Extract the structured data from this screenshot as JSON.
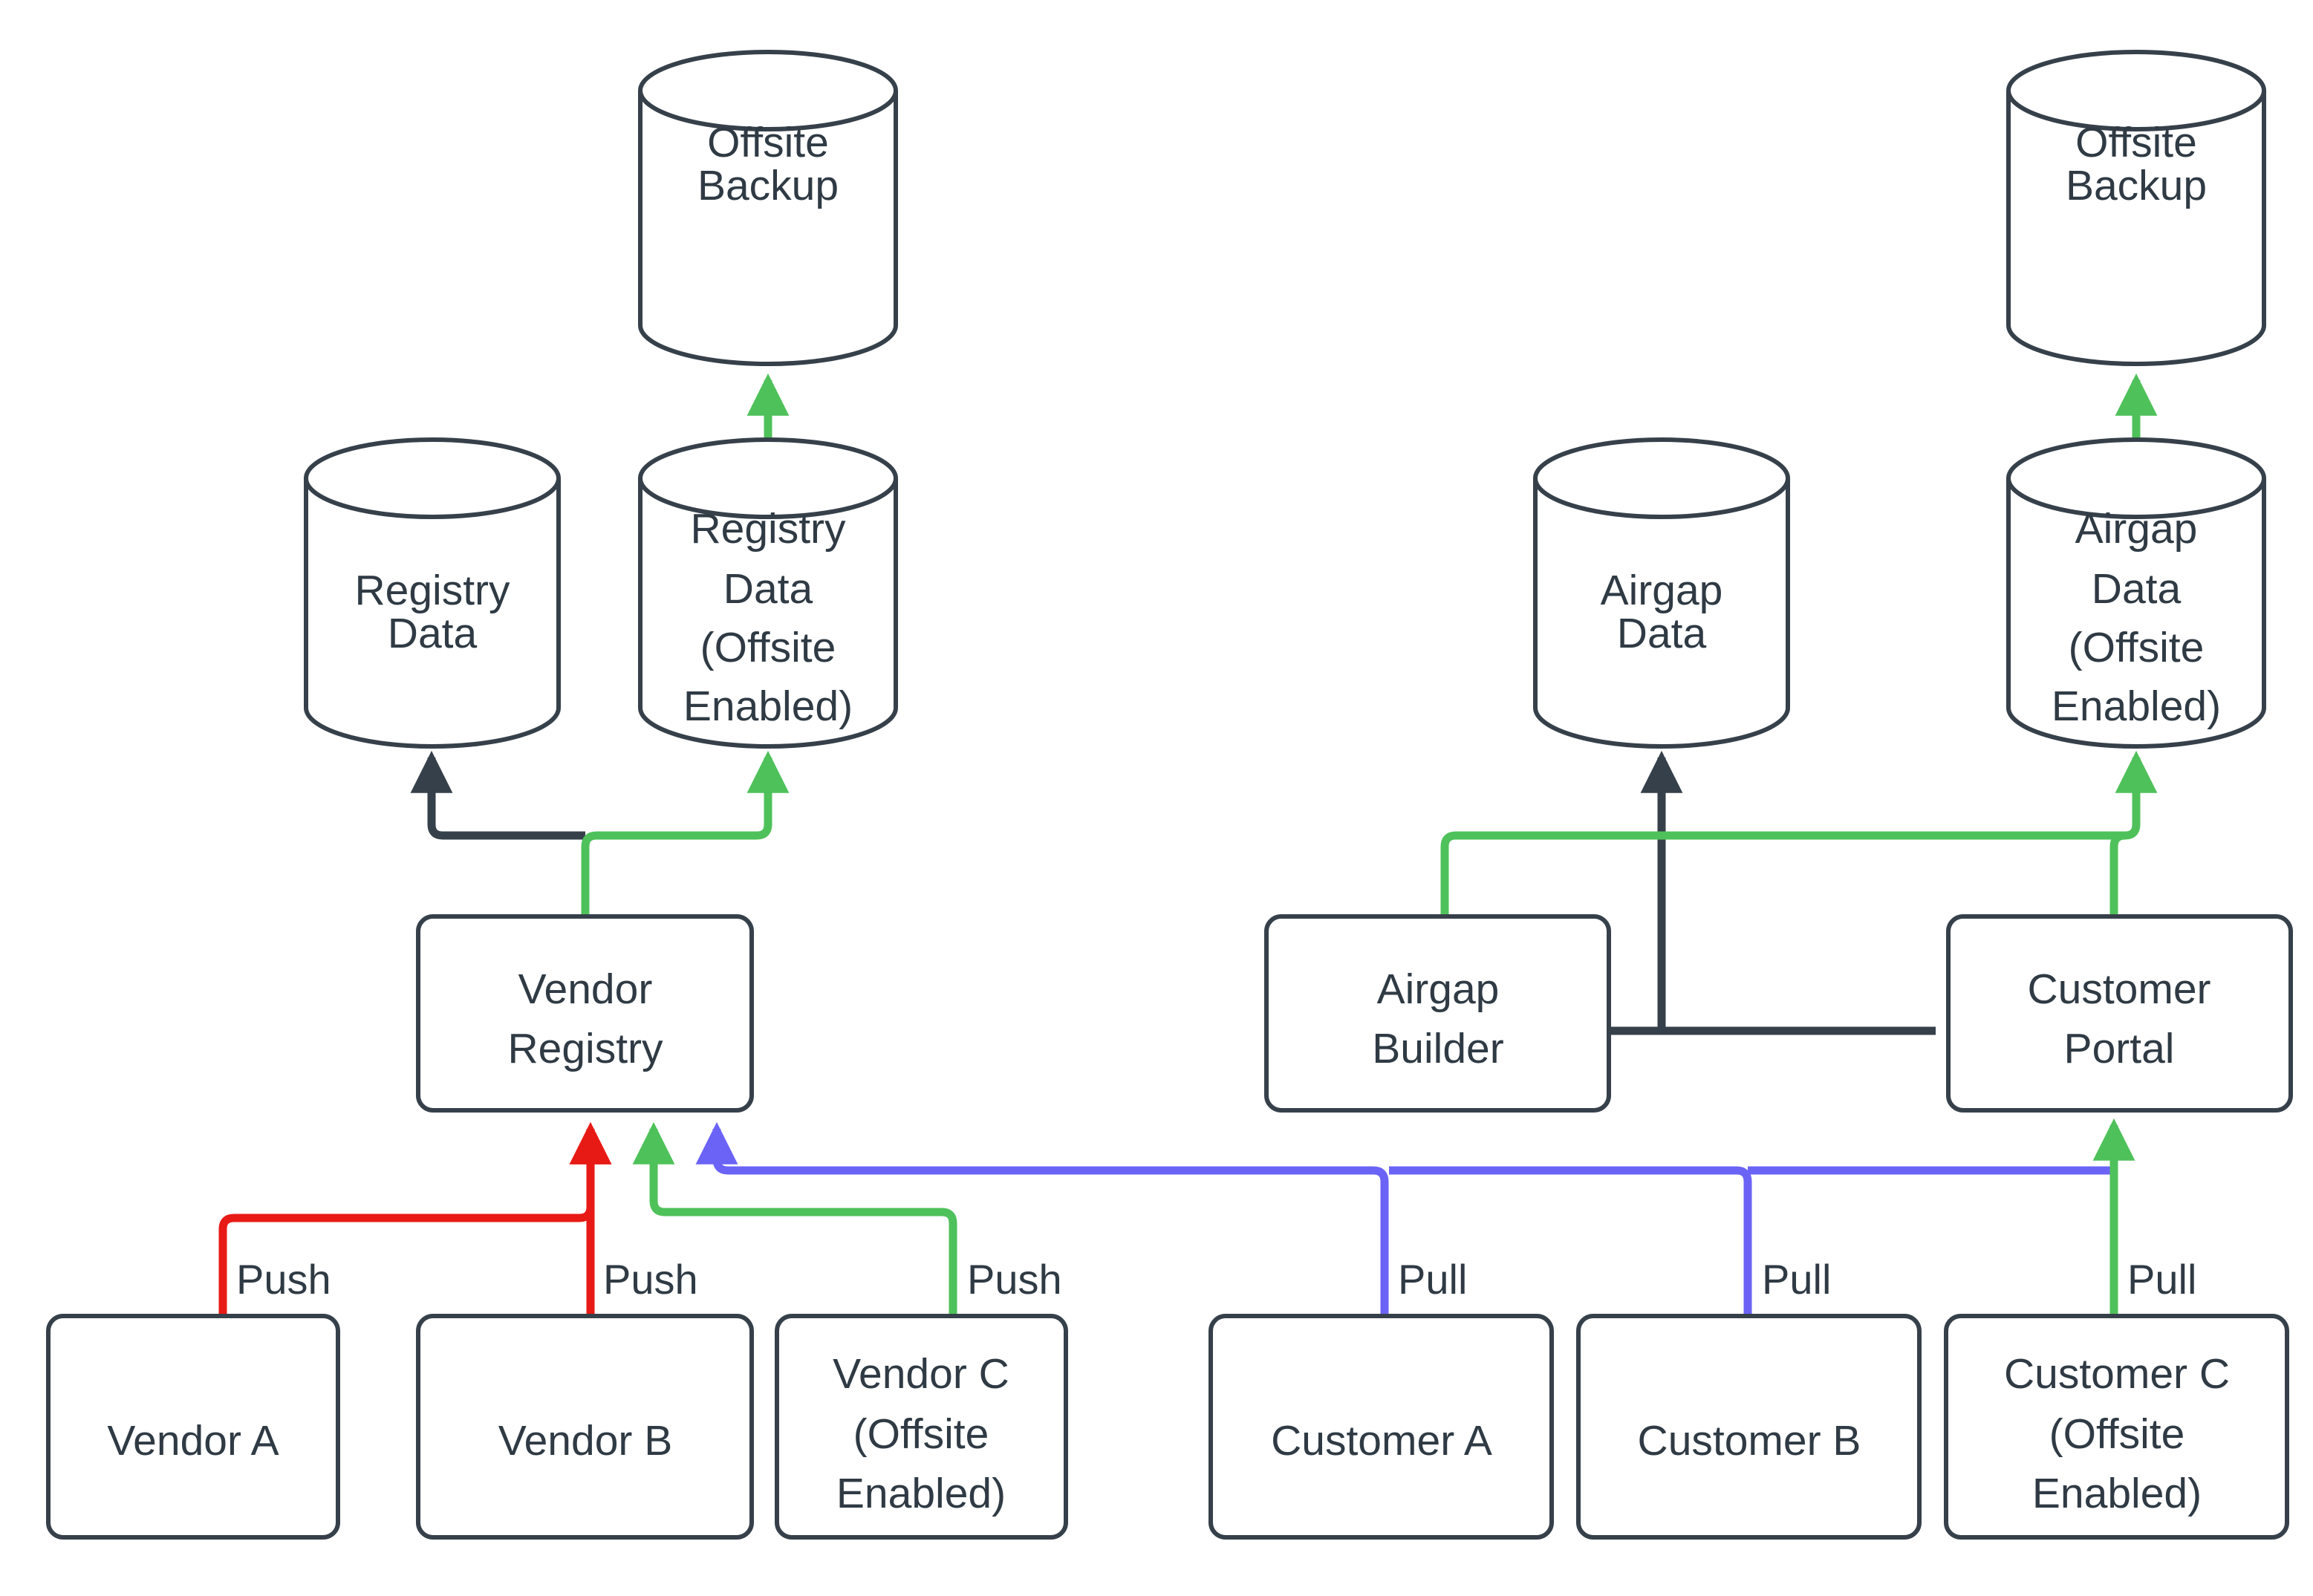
{
  "diagram": {
    "type": "flowchart",
    "title": "Vendor Registry and Customer Airgap Backup Flow",
    "background": "#ffffff",
    "colors": {
      "node_stroke": "#36404a",
      "node_fill": "#ffffff",
      "text": "#2f3a44",
      "edge_dark": "#36404a",
      "edge_green": "#4fc15a",
      "edge_red": "#e81a16",
      "edge_purple": "#6b63f6"
    }
  },
  "nodes": {
    "offsite_backup_left": {
      "label": "Offsite\nBackup",
      "line1": "Offsite",
      "line2": "Backup",
      "shape": "cylinder"
    },
    "offsite_backup_right": {
      "label": "Offsite\nBackup",
      "line1": "Offsite",
      "line2": "Backup",
      "shape": "cylinder"
    },
    "registry_data": {
      "label": "Registry\nData",
      "line1": "Registry",
      "line2": "Data",
      "shape": "cylinder"
    },
    "registry_data_offsite": {
      "label": "Registry\nData\n(Offsite\nEnabled)",
      "line1": "Registry",
      "line2": "Data",
      "line3": "(Offsite",
      "line4": "Enabled)",
      "shape": "cylinder"
    },
    "airgap_data": {
      "label": "Airgap\nData",
      "line1": "Airgap",
      "line2": "Data",
      "shape": "cylinder"
    },
    "airgap_data_offsite": {
      "label": "Airgap\nData\n(Offsite\nEnabled)",
      "line1": "Airgap",
      "line2": "Data",
      "line3": "(Offsite",
      "line4": "Enabled)",
      "shape": "cylinder"
    },
    "vendor_registry": {
      "label": "Vendor\nRegistry",
      "line1": "Vendor",
      "line2": "Registry",
      "shape": "rounded-rect"
    },
    "airgap_builder": {
      "label": "Airgap\nBuilder",
      "line1": "Airgap",
      "line2": "Builder",
      "shape": "rounded-rect"
    },
    "customer_portal": {
      "label": "Customer\nPortal",
      "line1": "Customer",
      "line2": "Portal",
      "shape": "rounded-rect"
    },
    "vendor_a": {
      "label": "Vendor A",
      "line1": "Vendor A",
      "shape": "rounded-rect"
    },
    "vendor_b": {
      "label": "Vendor B",
      "line1": "Vendor B",
      "shape": "rounded-rect"
    },
    "vendor_c": {
      "label": "Vendor C\n(Offsite\nEnabled)",
      "line1": "Vendor C",
      "line2": "(Offsite",
      "line3": "Enabled)",
      "shape": "rounded-rect"
    },
    "customer_a": {
      "label": "Customer A",
      "line1": "Customer A",
      "shape": "rounded-rect"
    },
    "customer_b": {
      "label": "Customer B",
      "line1": "Customer B",
      "shape": "rounded-rect"
    },
    "customer_c": {
      "label": "Customer C\n(Offsite\nEnabled)",
      "line1": "Customer C",
      "line2": "(Offsite",
      "line3": "Enabled)",
      "shape": "rounded-rect"
    }
  },
  "edges": [
    {
      "id": "vendor-a-push",
      "from": "vendor_a",
      "to": "vendor_registry",
      "label": "Push",
      "color": "#e81a16"
    },
    {
      "id": "vendor-b-push",
      "from": "vendor_b",
      "to": "vendor_registry",
      "label": "Push",
      "color": "#e81a16"
    },
    {
      "id": "vendor-c-push",
      "from": "vendor_c",
      "to": "vendor_registry",
      "label": "Push",
      "color": "#4fc15a"
    },
    {
      "id": "customer-a-pull",
      "from": "customer_a",
      "to": "vendor_registry",
      "label": "Pull",
      "color": "#6b63f6"
    },
    {
      "id": "customer-b-pull",
      "from": "customer_b",
      "to": "vendor_registry",
      "label": "Pull",
      "color": "#6b63f6"
    },
    {
      "id": "customer-c-pull",
      "from": "customer_c",
      "to": "customer_portal",
      "label": "Pull",
      "color": "#4fc15a"
    },
    {
      "id": "registry-to-registry-data",
      "from": "vendor_registry",
      "to": "registry_data",
      "label": "",
      "color": "#36404a"
    },
    {
      "id": "registry-to-registry-data-offsite",
      "from": "vendor_registry",
      "to": "registry_data_offsite",
      "label": "",
      "color": "#4fc15a"
    },
    {
      "id": "registry-offsite-to-backup",
      "from": "registry_data_offsite",
      "to": "offsite_backup_left",
      "label": "",
      "color": "#4fc15a"
    },
    {
      "id": "portal-to-airgap-data",
      "from": "customer_portal",
      "to": "airgap_data",
      "label": "",
      "color": "#36404a"
    },
    {
      "id": "builder-to-airgap-data-offsite",
      "from": "airgap_builder",
      "to": "airgap_data_offsite",
      "label": "",
      "color": "#4fc15a"
    },
    {
      "id": "portal-to-airgap-data-offsite",
      "from": "customer_portal",
      "to": "airgap_data_offsite",
      "label": "",
      "color": "#4fc15a"
    },
    {
      "id": "airgap-offsite-to-backup",
      "from": "airgap_data_offsite",
      "to": "offsite_backup_right",
      "label": "",
      "color": "#4fc15a"
    }
  ],
  "edge_labels": {
    "push_1": "Push",
    "push_2": "Push",
    "push_3": "Push",
    "pull_1": "Pull",
    "pull_2": "Pull",
    "pull_3": "Pull"
  }
}
